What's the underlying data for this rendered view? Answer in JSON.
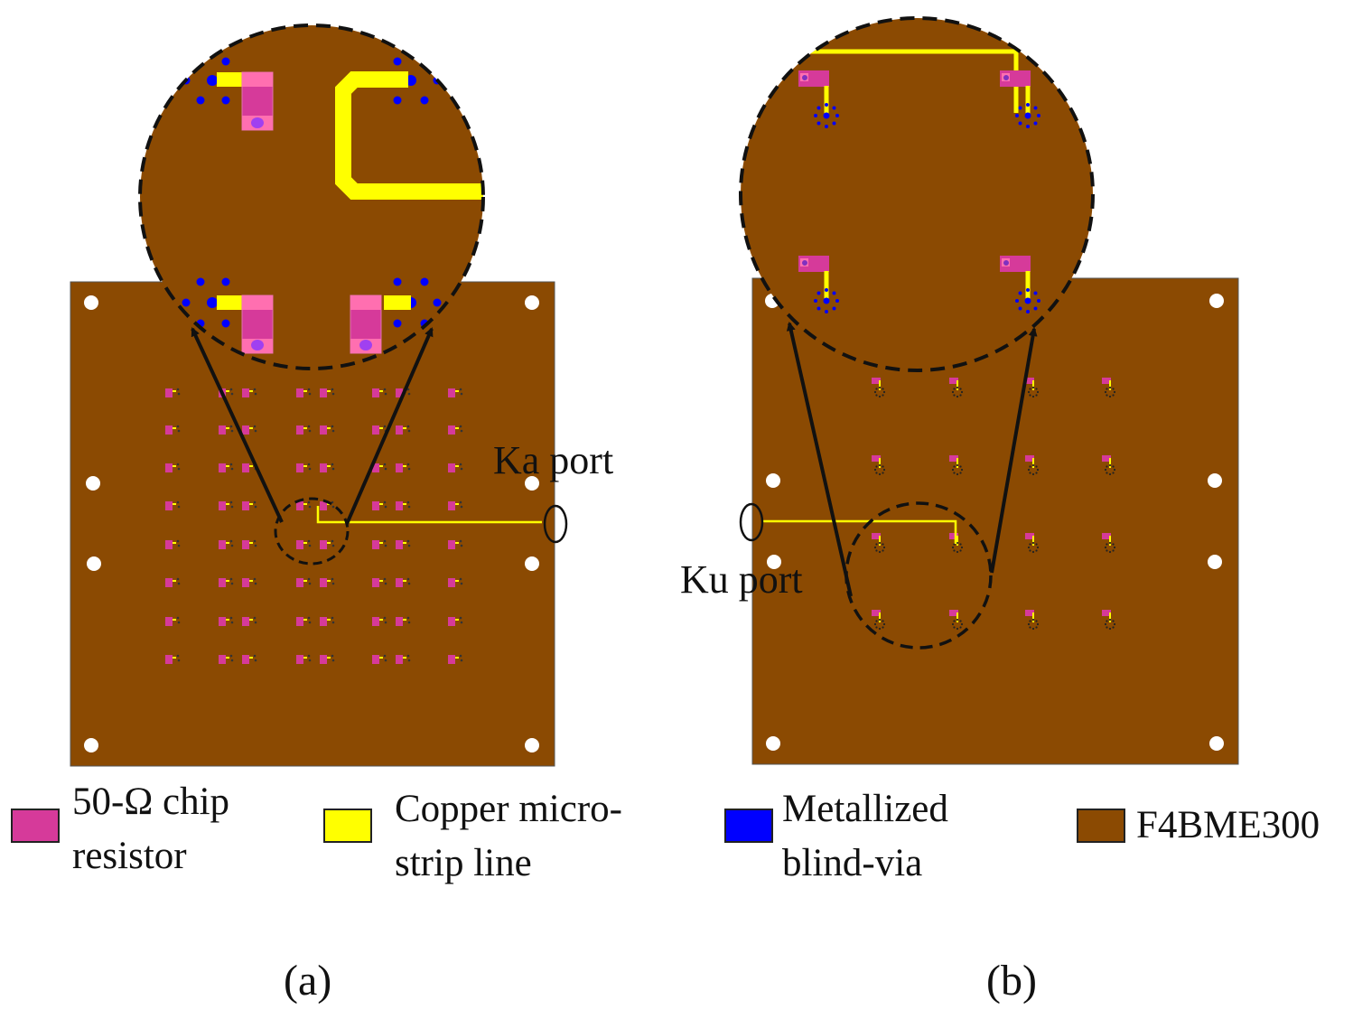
{
  "colors": {
    "substrate": "#8B4A02",
    "microstrip": "#FFFF00",
    "resistor": "#D63A9A",
    "resistor_light": "#FF6FB0",
    "via": "#0000FF",
    "background": "#FFFFFF"
  },
  "panels": [
    {
      "caption": "(a)",
      "port_label": "Ka port"
    },
    {
      "caption": "(b)",
      "port_label": "Ku port"
    }
  ],
  "legend": [
    {
      "line1": "50-Ω chip",
      "line2": "resistor",
      "color": "#D63A9A"
    },
    {
      "line1": "Copper micro-",
      "line2": "strip line",
      "color": "#FFFF00"
    },
    {
      "line1": "Metallized",
      "line2": "blind-via",
      "color": "#0000FF"
    },
    {
      "line1": "F4BME300",
      "line2": "",
      "color": "#8B4A02"
    }
  ]
}
